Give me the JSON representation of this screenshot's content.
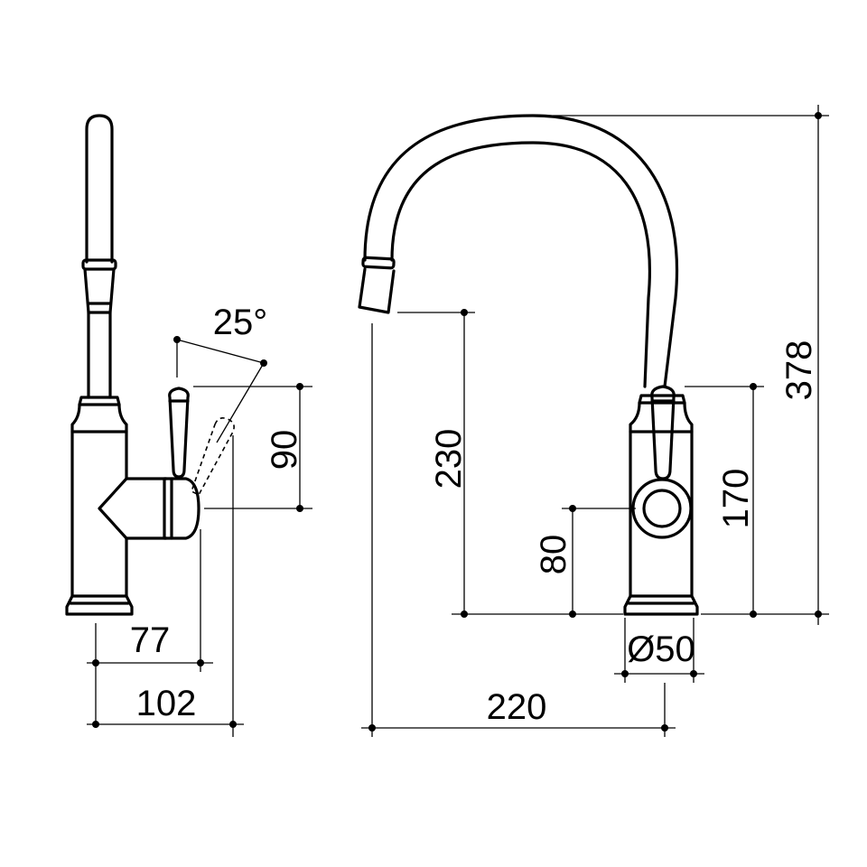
{
  "dimensions": {
    "angle": "25°",
    "lever_height": "90",
    "body_depth": "77",
    "overall_depth": "102",
    "spout_height": "230",
    "handle_center": "80",
    "body_height": "170",
    "overall_height": "378",
    "base_diameter": "Ø50",
    "spout_reach": "220"
  },
  "colors": {
    "line": "#000000",
    "background": "#ffffff"
  }
}
